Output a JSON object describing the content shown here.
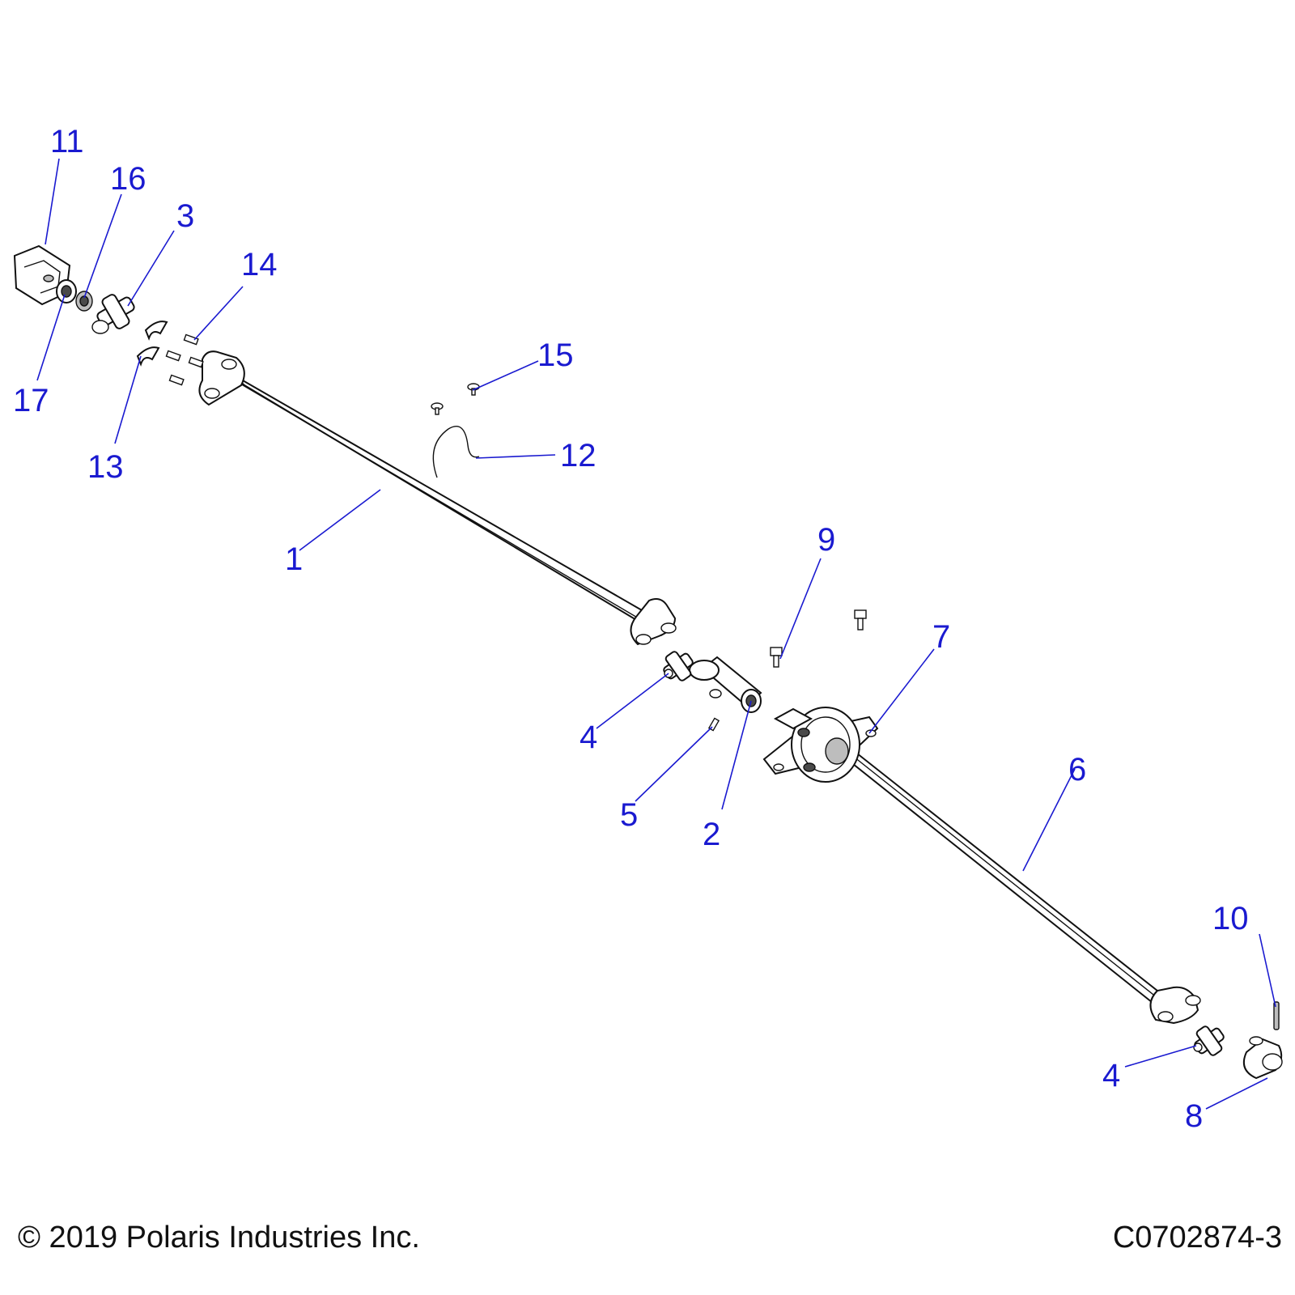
{
  "footer": {
    "copyright": "© 2019 Polaris Industries Inc.",
    "drawing_number": "C0702874-3"
  },
  "callouts": [
    {
      "id": "callout-11",
      "label": "11"
    },
    {
      "id": "callout-16",
      "label": "16"
    },
    {
      "id": "callout-3",
      "label": "3"
    },
    {
      "id": "callout-14",
      "label": "14"
    },
    {
      "id": "callout-17",
      "label": "17"
    },
    {
      "id": "callout-13",
      "label": "13"
    },
    {
      "id": "callout-15",
      "label": "15"
    },
    {
      "id": "callout-12",
      "label": "12"
    },
    {
      "id": "callout-1",
      "label": "1"
    },
    {
      "id": "callout-9",
      "label": "9"
    },
    {
      "id": "callout-7",
      "label": "7"
    },
    {
      "id": "callout-4a",
      "label": "4"
    },
    {
      "id": "callout-5",
      "label": "5"
    },
    {
      "id": "callout-2",
      "label": "2"
    },
    {
      "id": "callout-6",
      "label": "6"
    },
    {
      "id": "callout-10",
      "label": "10"
    },
    {
      "id": "callout-4b",
      "label": "4"
    },
    {
      "id": "callout-8",
      "label": "8"
    }
  ],
  "colors": {
    "callout": "#1a1ad0",
    "linework": "#111111"
  }
}
